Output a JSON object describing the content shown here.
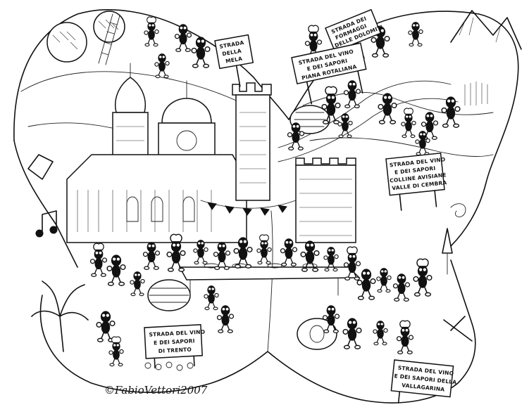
{
  "signs": [
    {
      "id": "mela",
      "lines": [
        "STRADA",
        "DELLA",
        "MELA"
      ]
    },
    {
      "id": "formaggi",
      "lines": [
        "STRADA DEI",
        "FORMAGGI",
        "DELLE DOLOMITI"
      ]
    },
    {
      "id": "piana",
      "lines": [
        "STRADA DEL VINO",
        "E DEI SAPORI",
        "PIANA ROTALIANA"
      ]
    },
    {
      "id": "cembra",
      "lines": [
        "STRADA DEL VINO",
        "E DEI SAPORI",
        "COLLINE AVISIANE",
        "VALLE DI CEMBRA"
      ]
    },
    {
      "id": "trento",
      "lines": [
        "STRADA DEL VINO",
        "E DEI SAPORI",
        "DI TRENTO"
      ]
    },
    {
      "id": "vallagarina",
      "lines": [
        "STRADA DEL VINO",
        "E DEI SAPORI DELLA",
        "VALLAGARINA"
      ]
    }
  ],
  "signature": "©FabioVettori2007"
}
